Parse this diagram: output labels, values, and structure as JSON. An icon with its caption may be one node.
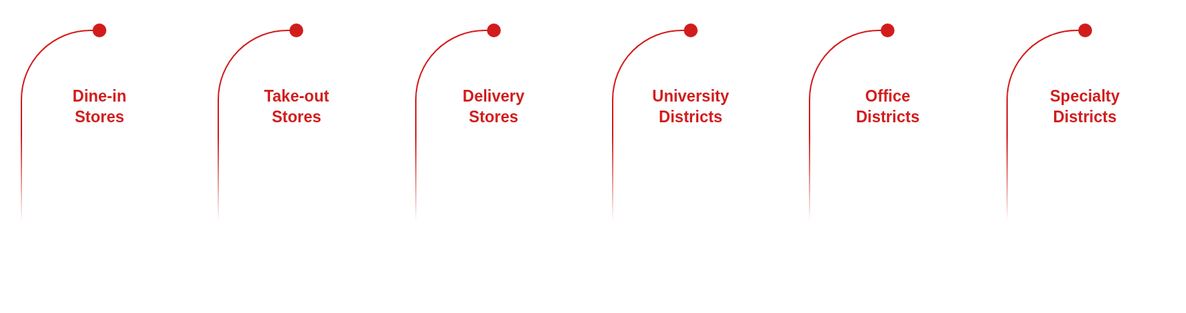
{
  "diagram": {
    "labels": [
      "Dine-in Stores",
      "Take-out Stores",
      "Delivery Stores",
      "University Districts",
      "Office Districts",
      "Specialty Districts"
    ]
  }
}
